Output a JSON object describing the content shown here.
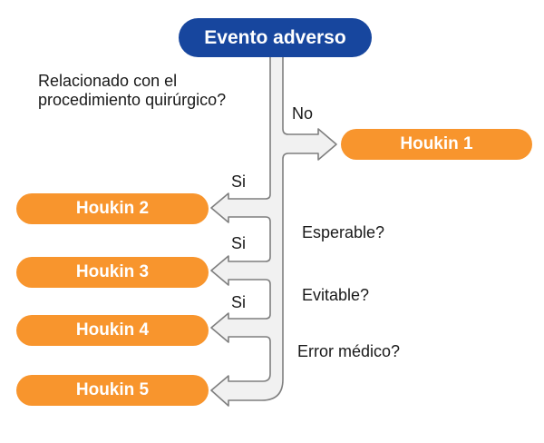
{
  "colors": {
    "root_blue": "#17469e",
    "node_orange": "#f8952d",
    "pipe_fill": "#f1f1f1",
    "pipe_stroke": "#7f7f7f",
    "text": "#1a1a1a"
  },
  "flowchart": {
    "root_label": "Evento adverso",
    "main_question": "Relacionado con el procedimiento quirúrgico?",
    "no_label": "No",
    "yes_label": "Si",
    "nodes": [
      {
        "label": "Houkin 1"
      },
      {
        "label": "Houkin 2"
      },
      {
        "label": "Houkin 3"
      },
      {
        "label": "Houkin 4"
      },
      {
        "label": "Houkin 5"
      }
    ],
    "side_questions": [
      {
        "text": "Esperable?"
      },
      {
        "text": "Evitable?"
      },
      {
        "text": "Error médico?"
      }
    ]
  }
}
